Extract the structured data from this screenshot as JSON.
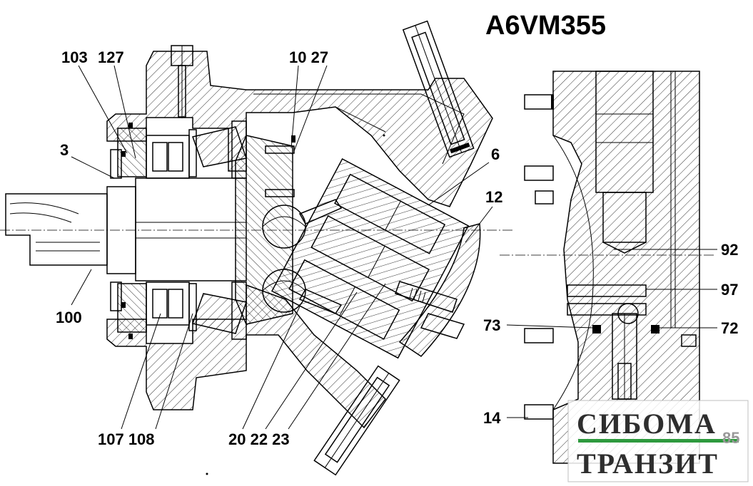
{
  "title": "A6VM355",
  "callouts": [
    {
      "id": "103",
      "text": "103"
    },
    {
      "id": "127",
      "text": "127"
    },
    {
      "id": "10-27",
      "text": "10 27"
    },
    {
      "id": "3",
      "text": "3"
    },
    {
      "id": "6",
      "text": "6"
    },
    {
      "id": "12",
      "text": "12"
    },
    {
      "id": "100",
      "text": "100"
    },
    {
      "id": "92",
      "text": "92"
    },
    {
      "id": "97",
      "text": "97"
    },
    {
      "id": "73",
      "text": "73"
    },
    {
      "id": "72",
      "text": "72"
    },
    {
      "id": "14",
      "text": "14"
    },
    {
      "id": "107-108",
      "text": "107 108"
    },
    {
      "id": "20-22-23",
      "text": "20 22 23"
    }
  ],
  "watermark": {
    "line1": "СИБОМА",
    "line2": "ТРАНЗИТ",
    "page_number": "85",
    "line1_color": "#2e2e2e",
    "line2_color": "#2e2e2e",
    "stripe_color": "#2e9a3e"
  }
}
